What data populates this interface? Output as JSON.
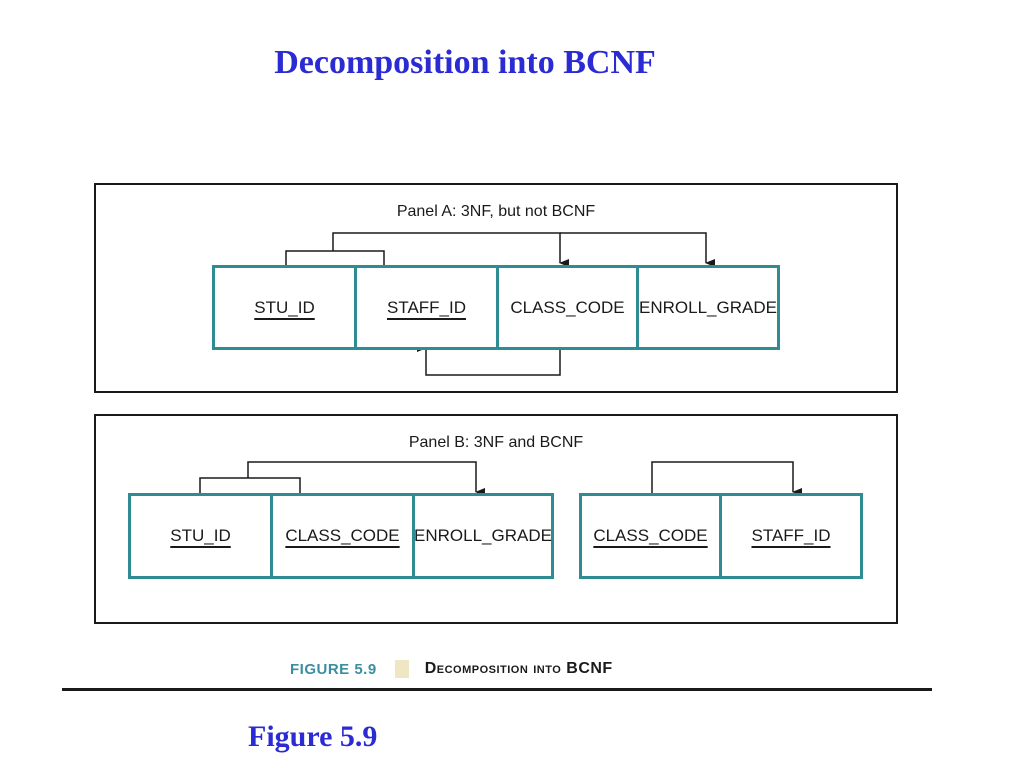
{
  "title": "Decomposition into BCNF",
  "panel_a": {
    "title": "Panel A: 3NF, but not BCNF",
    "cells": [
      {
        "label": "STU_ID",
        "pk": true
      },
      {
        "label": "STAFF_ID",
        "pk": true
      },
      {
        "label": "CLASS_CODE",
        "pk": false
      },
      {
        "label": "ENROLL_GRADE",
        "pk": false
      }
    ]
  },
  "panel_b": {
    "title": "Panel B: 3NF and BCNF",
    "table1": [
      {
        "label": "STU_ID",
        "pk": true
      },
      {
        "label": "CLASS_CODE",
        "pk": true
      },
      {
        "label": "ENROLL_GRADE",
        "pk": false
      }
    ],
    "table2": [
      {
        "label": "CLASS_CODE",
        "pk": true
      },
      {
        "label": "STAFF_ID",
        "pk": true
      }
    ]
  },
  "caption": {
    "figure_number": "FIGURE 5.9",
    "title": "Decomposition into BCNF"
  },
  "figure_label": "Figure 5.9",
  "colors": {
    "title": "#2b2bd4",
    "table_border": "#2f8c93",
    "caption_number": "#3a8fa0",
    "caption_swatch": "#efe6c4"
  }
}
